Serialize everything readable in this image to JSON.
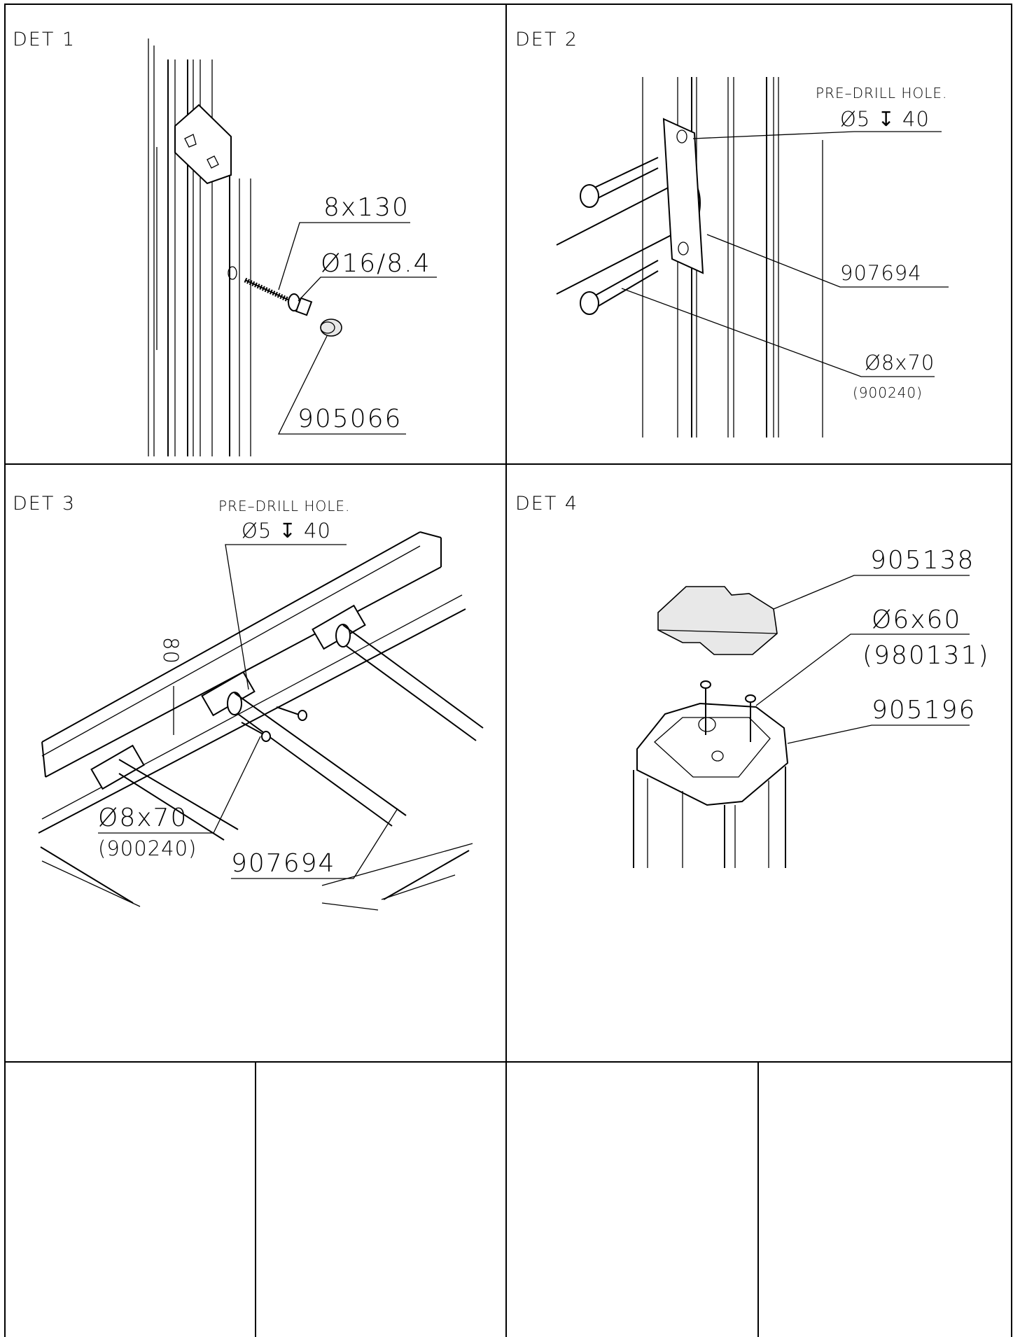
{
  "panels": {
    "det1": {
      "title": "DET 1",
      "callouts": {
        "screw": "8x130",
        "washer": "Ø16/8.4",
        "cap": "905066"
      }
    },
    "det2": {
      "title": "DET 2",
      "note": "PRE–DRILL HOLE.",
      "hole": "Ø5 ↧ 40",
      "bracket": "907694",
      "screw": "Ø8x70",
      "screw_ref": "(900240)"
    },
    "det3": {
      "title": "DET 3",
      "note": "PRE–DRILL HOLE.",
      "hole": "Ø5 ↧ 40",
      "spacing": "80",
      "screw": "Ø8x70",
      "screw_ref": "(900240)",
      "bracket": "907694"
    },
    "det4": {
      "title": "DET 4",
      "cover": "905138",
      "screw": "Ø6x60",
      "screw_ref": "(980131)",
      "cap": "905196"
    }
  }
}
